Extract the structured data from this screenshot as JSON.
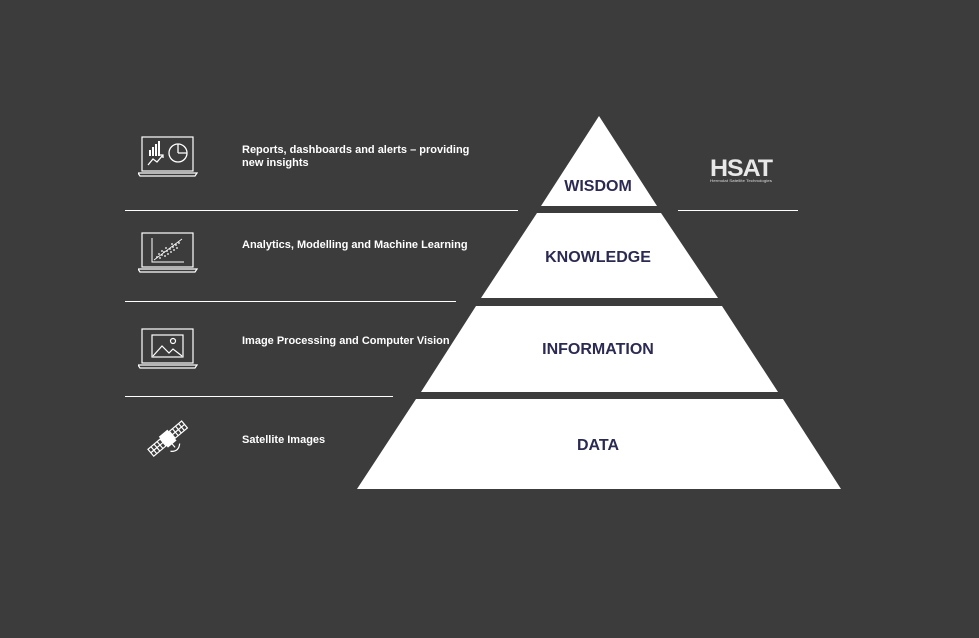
{
  "rows": [
    {
      "label": "Reports, dashboards and alerts – providing new insights",
      "icon": "laptop-charts-icon"
    },
    {
      "label": "Analytics, Modelling and Machine Learning",
      "icon": "laptop-scatter-icon"
    },
    {
      "label": "Image Processing and Computer Vision",
      "icon": "laptop-image-icon"
    },
    {
      "label": "Satellite Images",
      "icon": "satellite-icon"
    }
  ],
  "pyramid": {
    "tiers": [
      "WISDOM",
      "KNOWLEDGE",
      "INFORMATION",
      "DATA"
    ]
  },
  "logo": {
    "name": "HSAT",
    "tagline": "Hermolat Satellite Technologies"
  },
  "colors": {
    "background": "#3c3c3c",
    "pyramid_fill": "#ffffff",
    "tier_text": "#2b2a52",
    "divider": "#ffffff"
  }
}
